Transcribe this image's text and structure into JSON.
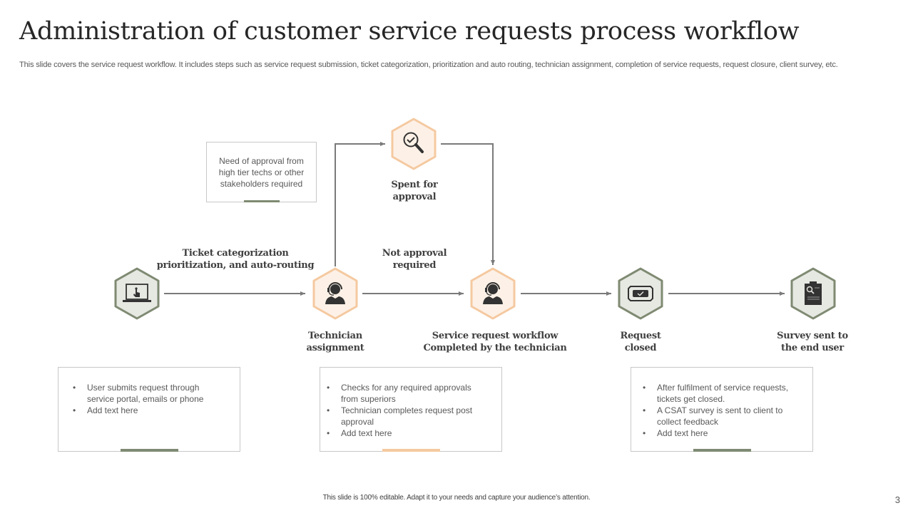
{
  "slide": {
    "title": "Administration of customer service requests process workflow",
    "subtitle": "This slide covers the service request workflow. It includes steps such as service request submission, ticket categorization, prioritization and auto routing, technician assignment, completion of service requests, request closure, client survey, etc.",
    "footer": "This slide is 100% editable.  Adapt it to your needs and capture your audience’s attention.",
    "page_number": "3"
  },
  "colors": {
    "green_accent": "#7f8a72",
    "green_fill": "#e6e8e2",
    "orange_accent": "#f5c9a0",
    "orange_fill": "#fdf1e7",
    "connector": "#7a7a7a",
    "icon_dark": "#333333"
  },
  "nodes": [
    {
      "id": "submit",
      "icon": "laptop-touch-icon",
      "theme": "green",
      "label_line1": "",
      "label_line2": ""
    },
    {
      "id": "technician",
      "icon": "headset-agent-icon",
      "theme": "orange",
      "label_line1": "Technician",
      "label_line2": "assignment"
    },
    {
      "id": "approval",
      "icon": "magnifier-check-icon",
      "theme": "orange",
      "label_line1": "Spent for",
      "label_line2": "approval"
    },
    {
      "id": "completed",
      "icon": "headset-agent-icon",
      "theme": "orange",
      "label_line1": "Service request workflow",
      "label_line2": "Completed by the technician"
    },
    {
      "id": "closed",
      "icon": "ticket-check-icon",
      "theme": "green",
      "label_line1": "Request",
      "label_line2": "closed"
    },
    {
      "id": "survey",
      "icon": "clipboard-search-icon",
      "theme": "green",
      "label_line1": "Survey sent to",
      "label_line2": "the end user"
    }
  ],
  "edge_labels": {
    "routing_line1": "Ticket categorization",
    "routing_line2": "prioritization, and auto-routing",
    "no_approval_line1": "Not approval",
    "no_approval_line2": "required"
  },
  "note": {
    "line1": "Need of approval  from",
    "line2": "high tier techs or other",
    "line3": "stakeholders  required"
  },
  "cards": [
    {
      "items": [
        "User  submits request  through service  portal, emails or phone",
        "Add text here"
      ],
      "accent": "green"
    },
    {
      "items": [
        "Checks for any required  approvals from  superiors",
        "Technician  completes request  post approval",
        "Add text here"
      ],
      "accent": "orange"
    },
    {
      "items": [
        "After fulfilment  of service requests, tickets get closed.",
        "A CSAT  survey is sent to client to collect feedback",
        "Add text here"
      ],
      "accent": "green"
    }
  ]
}
